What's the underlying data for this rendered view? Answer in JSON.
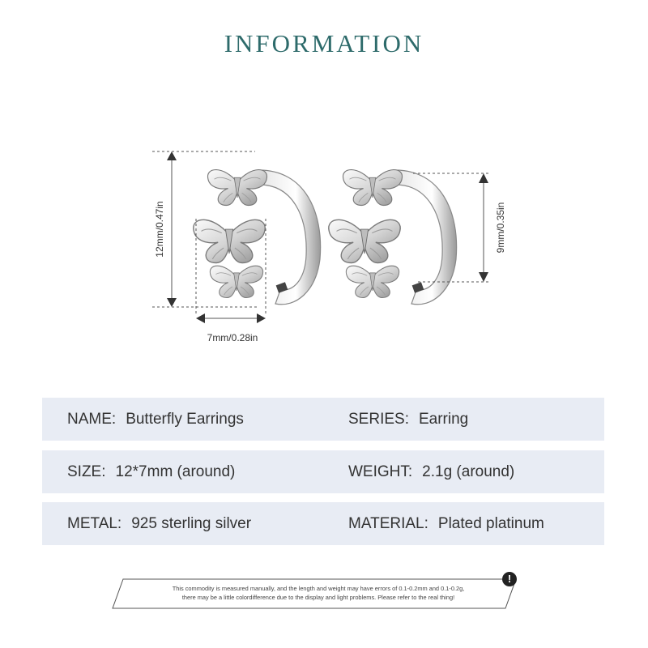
{
  "title": "INFORMATION",
  "dimensions": {
    "height": "12mm/0.47in",
    "width": "7mm/0.28in",
    "inner": "9mm/0.35in"
  },
  "specs": {
    "name": {
      "label": "NAME:",
      "value": "Butterfly Earrings"
    },
    "series": {
      "label": "SERIES:",
      "value": "Earring"
    },
    "size": {
      "label": "SIZE:",
      "value": "12*7mm (around)"
    },
    "weight": {
      "label": "WEIGHT:",
      "value": "2.1g (around)"
    },
    "metal": {
      "label": "METAL:",
      "value": "925 sterling silver"
    },
    "material": {
      "label": "MATERIAL:",
      "value": "Plated platinum"
    }
  },
  "notice": {
    "line1": "This commodity is measured manually, and the length and weight may have errors of 0.1-0.2mm and 0.1-0.2g,",
    "line2": "there may be a little colordifference due to the display and light problems. Please refer to the real thing!",
    "icon": "!"
  }
}
